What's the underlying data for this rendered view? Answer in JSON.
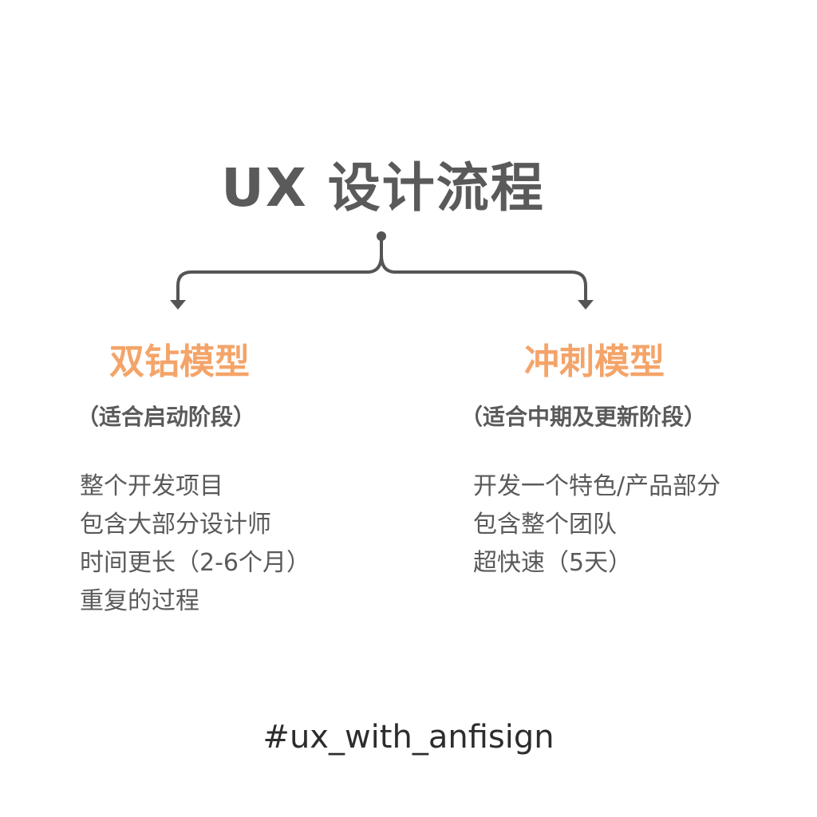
{
  "title": "UX 设计流程",
  "colors": {
    "accent": "#f4a469",
    "text": "#5a5a5a",
    "line": "#555555"
  },
  "left": {
    "title": "双钻模型",
    "subtitle": "（适合启动阶段）",
    "items": [
      "整个开发项目",
      "包含大部分设计师",
      "时间更长（2-6个月）",
      "重复的过程"
    ]
  },
  "right": {
    "title": "冲刺模型",
    "subtitle": "（适合中期及更新阶段）",
    "items": [
      "开发一个特色/产品部分",
      "包含整个团队",
      "超快速（5天）"
    ]
  },
  "footer": "#ux_with_anfisign"
}
